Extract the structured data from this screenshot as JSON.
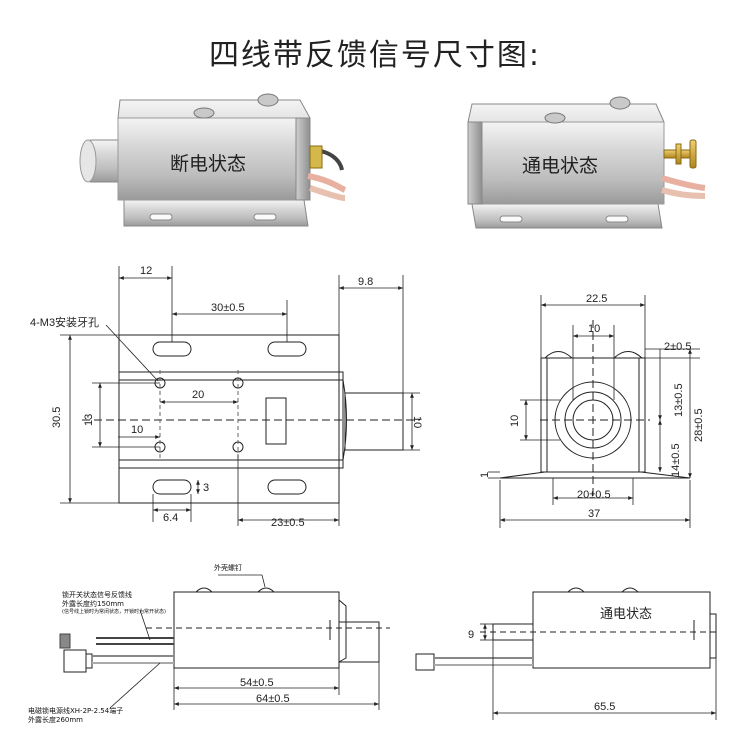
{
  "title": "四线带反馈信号尺寸图:",
  "photos": {
    "left_label": "断电状态",
    "right_label": "通电状态"
  },
  "top_view": {
    "hole_note": "4-M3安装牙孔",
    "dim_12": "12",
    "dim_30": "30±0.5",
    "dim_9_8": "9.8",
    "dim_20": "20",
    "dim_10": "10",
    "dim_30_5": "30.5",
    "dim_13": "13",
    "dim_10_right": "10",
    "dim_3": "3",
    "dim_6_4": "6.4",
    "dim_23": "23±0.5"
  },
  "end_view": {
    "dim_22_5": "22.5",
    "dim_10": "10",
    "dim_2": "2±0.5",
    "dim_13": "13±0.5",
    "dim_28": "28±0.5",
    "dim_14": "14±0.5",
    "dim_10_left": "10",
    "dim_1": "1",
    "dim_20": "20±0.5",
    "dim_37": "37"
  },
  "side_view_left": {
    "screw_note": "外壳螺钉",
    "feedback_note": "锁开关状态信号反馈线",
    "feedback_len": "外露长度约150mm",
    "feedback_sub": "(信号线上锁时为常闭状态，开锁时为常开状态)",
    "power_note": "电磁锁电源线XH-2P-2.54端子",
    "power_len": "外露长度260mm",
    "dim_54": "54±0.5",
    "dim_64": "64±0.5"
  },
  "side_view_right": {
    "label": "通电状态",
    "dim_9": "9",
    "dim_65_5": "65.5"
  }
}
